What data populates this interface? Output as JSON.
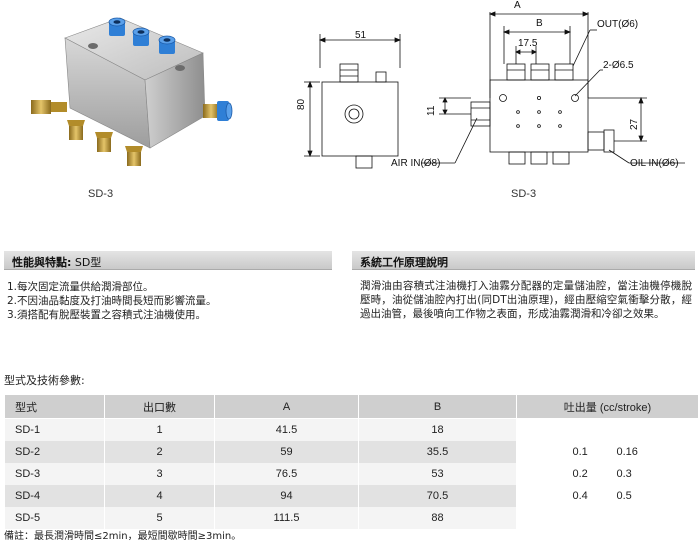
{
  "product": {
    "caption_left": "SD-3",
    "caption_right": "SD-3"
  },
  "drawing_side": {
    "width_dim": "51",
    "height_dim": "80"
  },
  "drawing_front": {
    "dim_a": "A",
    "dim_b": "B",
    "dim_pitch": "17.5",
    "out_label": "OUT(Ø6)",
    "hole_label": "2-Ø6.5",
    "dim_11": "11",
    "dim_27": "27",
    "air_in": "AIR IN(Ø8)",
    "oil_in": "OIL IN(Ø6)"
  },
  "features": {
    "heading": "性能與特點:",
    "heading_sub": " SD型",
    "lines": [
      "1.每次固定流量供給潤滑部位。",
      "2.不因油品黏度及打油時間長短而影響流量。",
      "3.須搭配有脫壓裝置之容積式注油機使用。"
    ]
  },
  "principle": {
    "heading": "系統工作原理說明",
    "text": "潤滑油由容積式注油機打入油霧分配器的定量儲油腔，當注油機停機脫壓時，油從儲油腔內打出(同DT出油原理)，經由壓縮空氣衝擊分散，經過出油管，最後噴向工作物之表面，形成油霧潤滑和冷卻之效果。"
  },
  "spec": {
    "title": "型式及技術參數:",
    "headers": [
      "型式",
      "出口數",
      "A",
      "B",
      "吐出量 (cc/stroke)"
    ],
    "rows": [
      {
        "model": "SD-1",
        "outlets": "1",
        "a": "41.5",
        "b": "18"
      },
      {
        "model": "SD-2",
        "outlets": "2",
        "a": "59",
        "b": "35.5"
      },
      {
        "model": "SD-3",
        "outlets": "3",
        "a": "76.5",
        "b": "53"
      },
      {
        "model": "SD-4",
        "outlets": "4",
        "a": "94",
        "b": "70.5"
      },
      {
        "model": "SD-5",
        "outlets": "5",
        "a": "111.5",
        "b": "88"
      }
    ],
    "flow": [
      [
        "0.1",
        "0.16"
      ],
      [
        "0.2",
        "0.3"
      ],
      [
        "0.4",
        "0.5"
      ]
    ]
  },
  "note": "備註：最長潤滑時間≤2min，最短間歇時間≥3min。",
  "colors": {
    "header_bar": "#cfcfcf",
    "row_light": "#f4f4f4",
    "row_dark": "#e2e2e2",
    "fitting_blue": "#2f7fd6",
    "fitting_brass": "#c9a23a"
  }
}
